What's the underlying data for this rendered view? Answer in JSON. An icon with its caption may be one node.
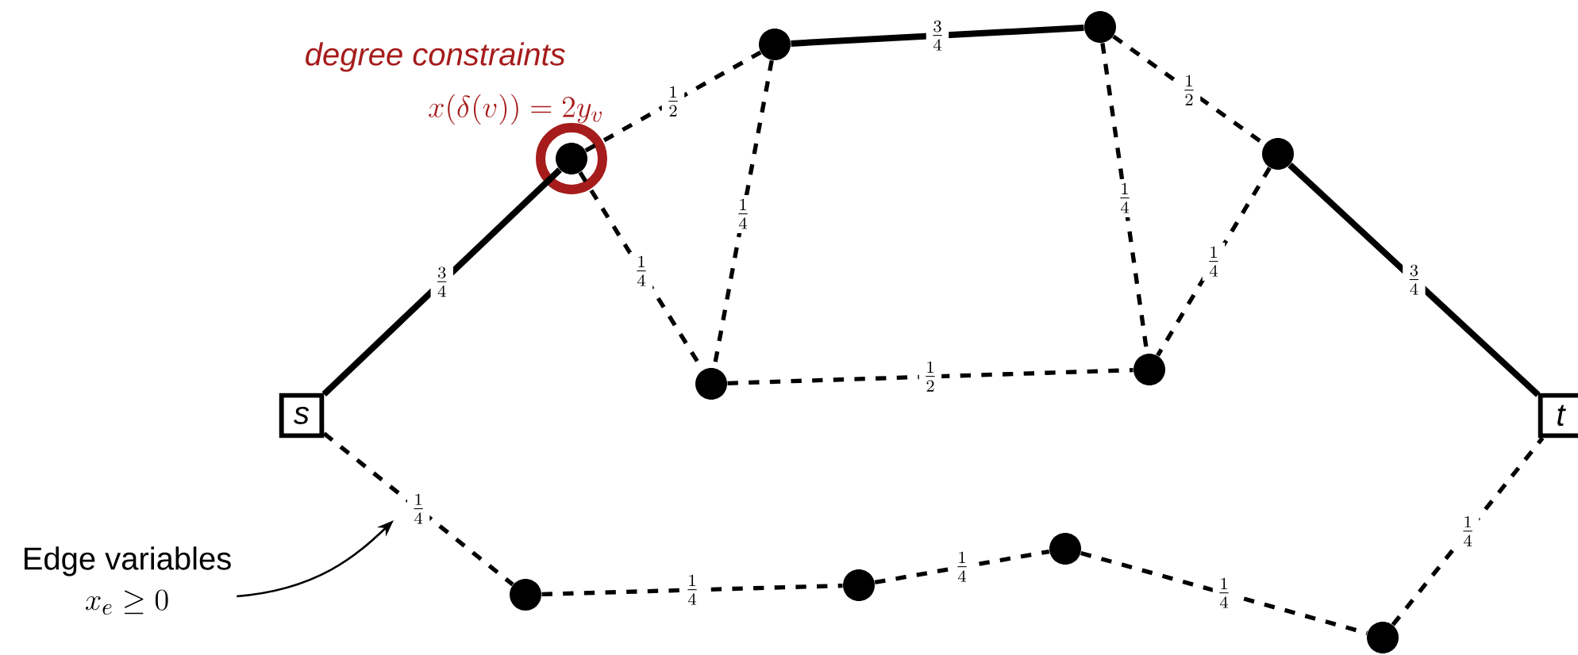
{
  "diagram": {
    "nodes": [
      {
        "text": [
          "s"
        ]
      },
      {
        "text": [],
        "shape": "circle",
        "beside": [
          "degree constraints",
          "x(\\delta(v)) = 2y_v"
        ]
      },
      {
        "text": [],
        "shape": "circle"
      },
      {
        "text": [],
        "shape": "circle"
      },
      {
        "text": [],
        "shape": "circle"
      },
      {
        "text": [
          "t"
        ]
      },
      {
        "text": [],
        "shape": "circle"
      },
      {
        "text": [],
        "shape": "circle"
      },
      {
        "text": [],
        "shape": "circle"
      },
      {
        "text": [],
        "shape": "circle"
      },
      {
        "text": [],
        "shape": "circle"
      },
      {
        "text": [],
        "shape": "circle"
      },
      {
        "text": [
          "Edge variables",
          "x_e \\geq 0"
        ]
      }
    ],
    "edges": [
      {
        "from": 0,
        "to": 1,
        "arrow": "none",
        "label": "\\frac{3}{4}"
      },
      {
        "from": 1,
        "to": 2,
        "arrow": "none",
        "label": "\\frac{1}{2}",
        "style": "dashed"
      },
      {
        "from": 2,
        "to": 3,
        "arrow": "none",
        "label": "\\frac{3}{4}"
      },
      {
        "from": 3,
        "to": 4,
        "arrow": "none",
        "label": "\\frac{1}{2}",
        "style": "dashed"
      },
      {
        "from": 4,
        "to": 5,
        "arrow": "none",
        "label": "\\frac{3}{4}"
      },
      {
        "from": 1,
        "to": 6,
        "arrow": "none",
        "label": "\\frac{1}{4}",
        "style": "dashed"
      },
      {
        "from": 2,
        "to": 6,
        "arrow": "none",
        "label": "\\frac{1}{4}",
        "style": "dashed"
      },
      {
        "from": 6,
        "to": 7,
        "arrow": "none",
        "label": "\\frac{1}{2}",
        "style": "dashed"
      },
      {
        "from": 3,
        "to": 7,
        "arrow": "none",
        "label": "\\frac{1}{4}",
        "style": "dashed"
      },
      {
        "from": 4,
        "to": 7,
        "arrow": "none",
        "label": "\\frac{1}{4}",
        "style": "dashed"
      },
      {
        "from": 0,
        "to": 8,
        "arrow": "none",
        "label": "\\frac{1}{4}",
        "style": "dashed"
      },
      {
        "from": 8,
        "to": 9,
        "arrow": "none",
        "label": "\\frac{1}{4}",
        "style": "dashed"
      },
      {
        "from": 9,
        "to": 10,
        "arrow": "none",
        "label": "\\frac{1}{4}",
        "style": "dashed"
      },
      {
        "from": 10,
        "to": 11,
        "arrow": "none",
        "label": "\\frac{1}{4}",
        "style": "dashed"
      },
      {
        "from": 11,
        "to": 5,
        "arrow": "none",
        "label": "\\frac{1}{4}",
        "style": "dashed"
      },
      {
        "from": 12,
        "to": null,
        "arrow": "to"
      }
    ]
  }
}
